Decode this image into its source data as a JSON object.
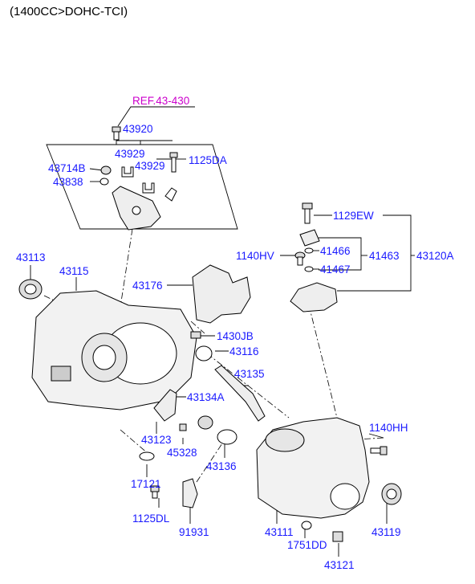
{
  "header": {
    "engine_label": "(1400CC>DOHC-TCI)"
  },
  "colors": {
    "part_number": "#1a1aff",
    "reference": "#cc00cc",
    "line": "#000000",
    "part_fill": "#ffffff",
    "part_shade": "#d9d9d9"
  },
  "reference": {
    "label": "REF.43-430"
  },
  "part_labels": {
    "p43920": "43920",
    "p43929a": "43929",
    "p43929b": "43929",
    "p1125DA": "1125DA",
    "p43714B": "43714B",
    "p43838": "43838",
    "p1129EW": "1129EW",
    "p1140HV": "1140HV",
    "p41466": "41466",
    "p41467": "41467",
    "p41463": "41463",
    "p43120A": "43120A",
    "p43113": "43113",
    "p43115": "43115",
    "p43176": "43176",
    "p1430JB": "1430JB",
    "p43116": "43116",
    "p43135": "43135",
    "p43134A": "43134A",
    "p1140HH": "1140HH",
    "p43123": "43123",
    "p45328": "45328",
    "p43136": "43136",
    "p17121": "17121",
    "p1125DL": "1125DL",
    "p91931": "91931",
    "p43111": "43111",
    "p1751DD": "1751DD",
    "p43119": "43119",
    "p43121": "43121"
  }
}
